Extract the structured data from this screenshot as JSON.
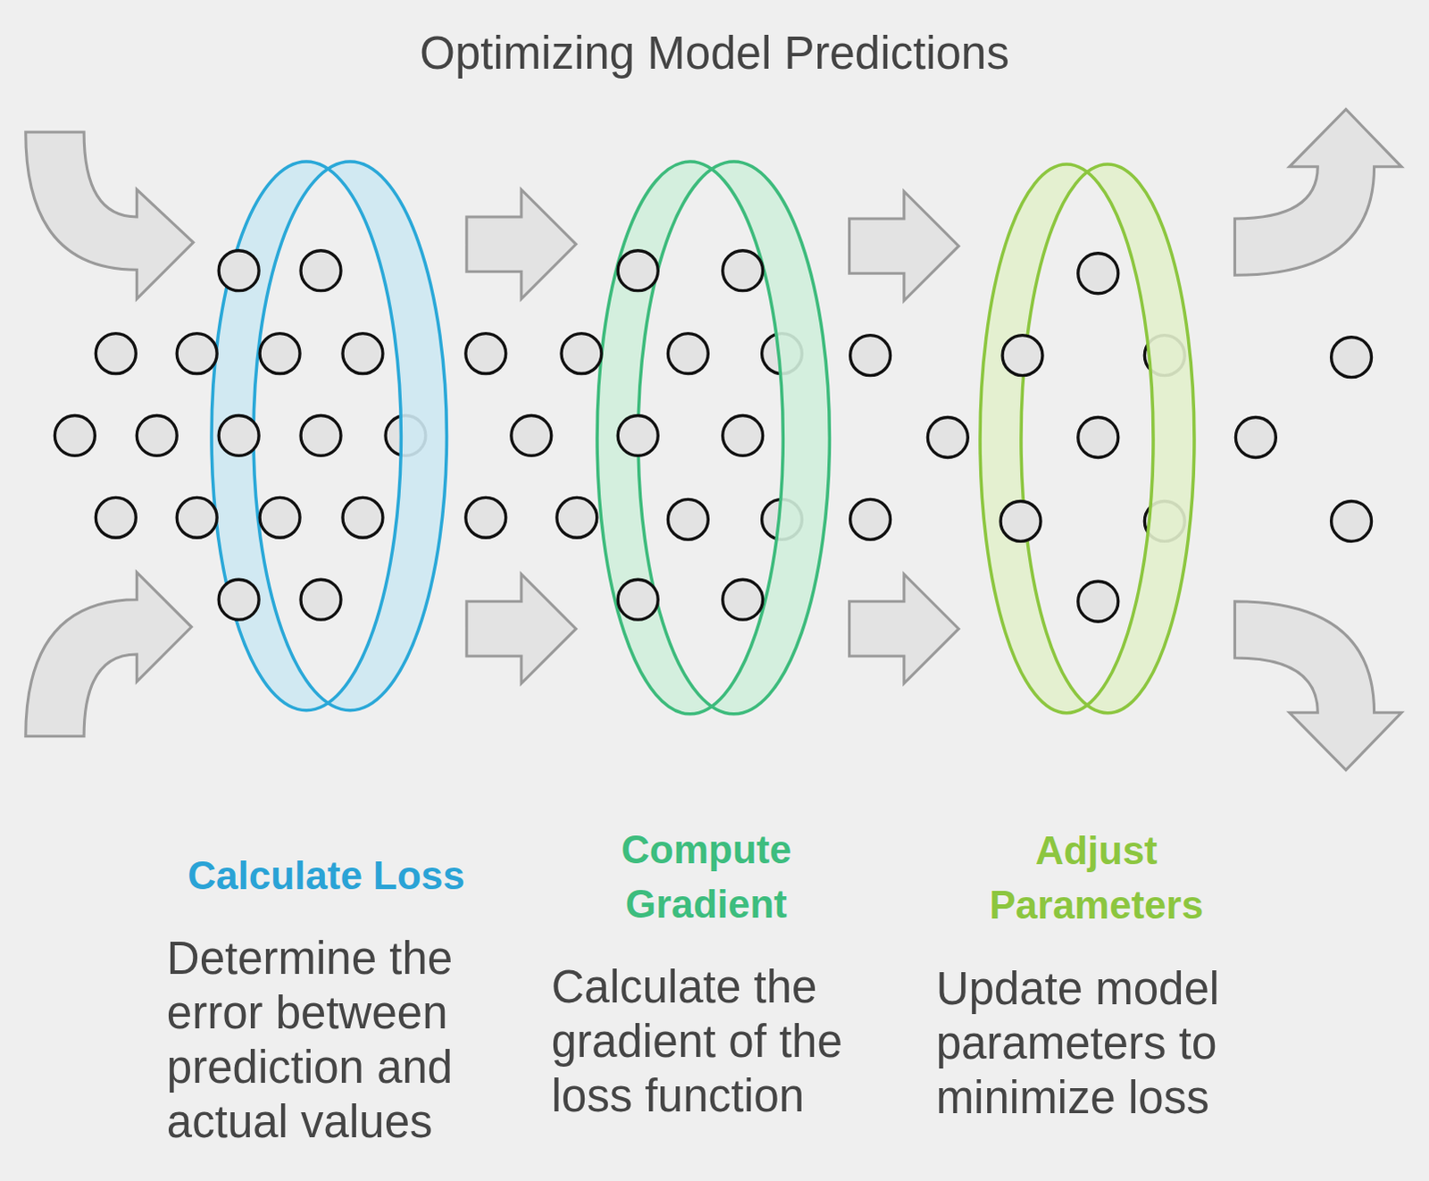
{
  "diagram": {
    "title": "Optimizing Model Predictions",
    "nodes": [
      {
        "text": [
          "Calculate Loss",
          "Determine the error between prediction and actual values"
        ]
      },
      {
        "text": [
          "Compute Gradient",
          "Calculate the gradient of the loss function"
        ]
      },
      {
        "text": [
          "Adjust Parameters",
          "Update model parameters to minimize loss"
        ]
      }
    ],
    "edges": [
      {
        "from": 0,
        "to": 1,
        "arrow": "to"
      },
      {
        "from": 0,
        "to": 1,
        "arrow": "to"
      },
      {
        "from": 1,
        "to": 2,
        "arrow": "to"
      },
      {
        "from": 1,
        "to": 2,
        "arrow": "to"
      }
    ]
  }
}
